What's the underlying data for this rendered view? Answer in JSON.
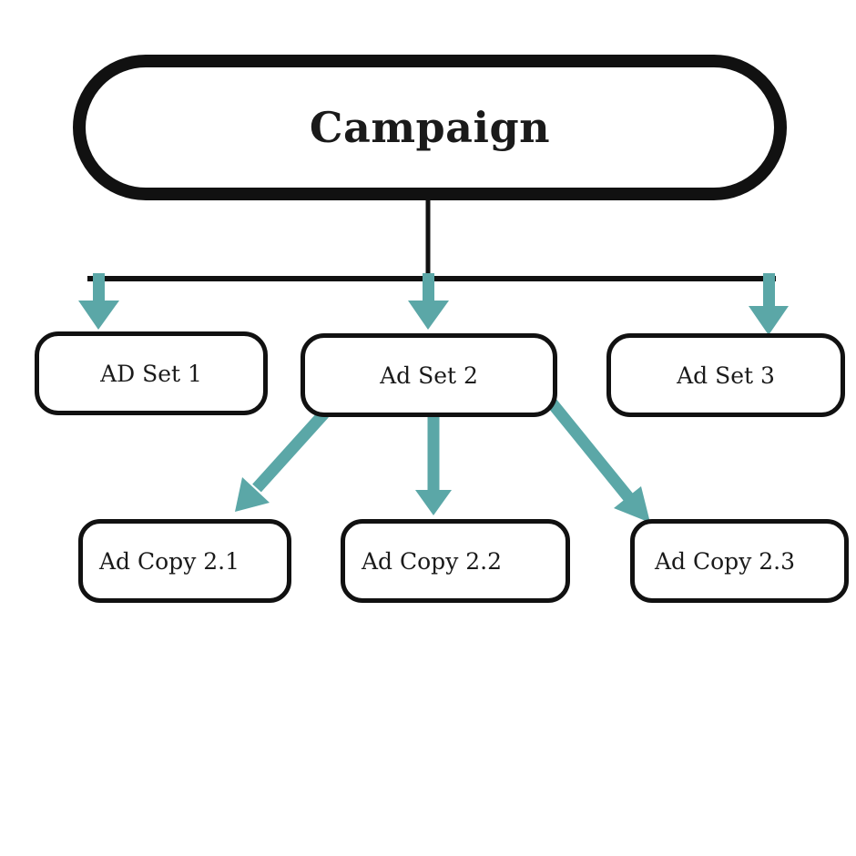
{
  "diagram": {
    "colors": {
      "outline": "#111111",
      "arrow": "#5ba7a7",
      "text": "#1a1a1a",
      "background": "#ffffff"
    },
    "root": {
      "label": "Campaign"
    },
    "ad_sets": [
      {
        "label": "AD Set 1"
      },
      {
        "label": "Ad Set 2"
      },
      {
        "label": "Ad Set 3"
      }
    ],
    "ad_copies": [
      {
        "label": "Ad Copy 2.1",
        "parent": "Ad Set 2"
      },
      {
        "label": "Ad Copy 2.2",
        "parent": "Ad Set 2"
      },
      {
        "label": "Ad Copy 2.3",
        "parent": "Ad Set 2"
      }
    ]
  }
}
